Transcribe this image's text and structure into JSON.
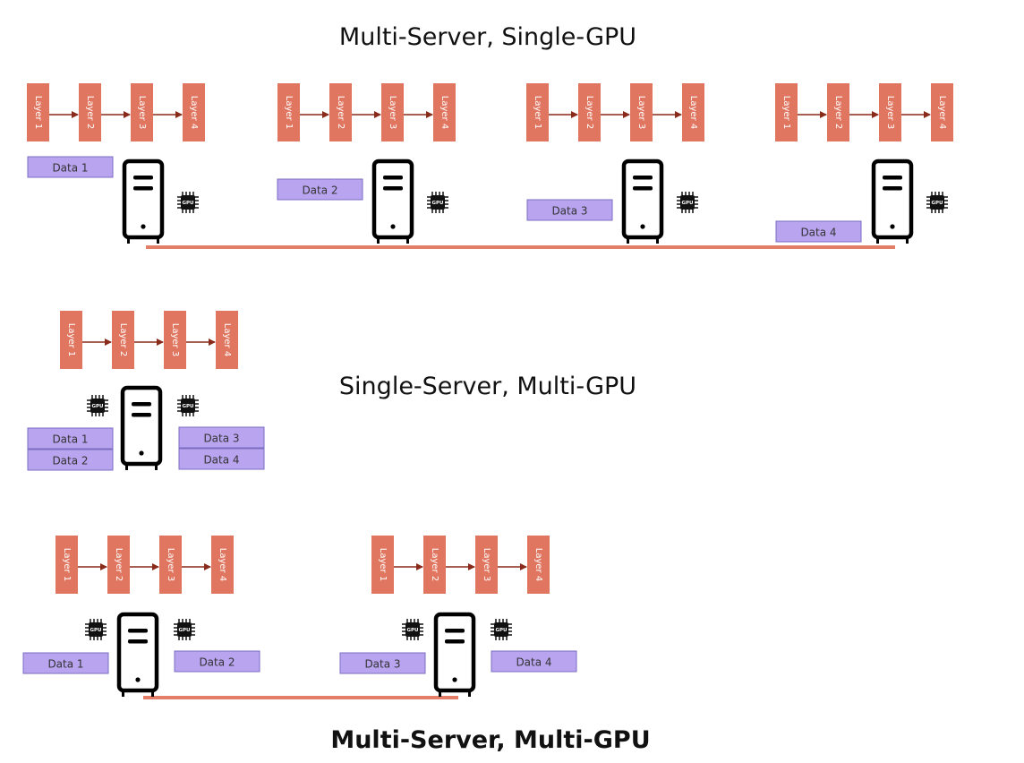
{
  "titles": {
    "multi_server_single_gpu": "Multi-Server, Single-GPU",
    "single_server_multi_gpu": "Single-Server, Multi-GPU",
    "multi_server_multi_gpu": "Multi-Server, Multi-GPU"
  },
  "layers": [
    "Layer 1",
    "Layer 2",
    "Layer 3",
    "Layer 4"
  ],
  "gpu_label": "GPU",
  "colors": {
    "layer": "#e07560",
    "data": "#b9a4f0",
    "network": "#e47e68",
    "arrow": "#8a2a1a"
  },
  "section1": {
    "data": [
      "Data 1",
      "Data 2",
      "Data 3",
      "Data 4"
    ]
  },
  "section2": {
    "data": [
      "Data 1",
      "Data 2",
      "Data 3",
      "Data 4"
    ]
  },
  "section3": {
    "data": [
      "Data 1",
      "Data 2",
      "Data 3",
      "Data 4"
    ]
  }
}
